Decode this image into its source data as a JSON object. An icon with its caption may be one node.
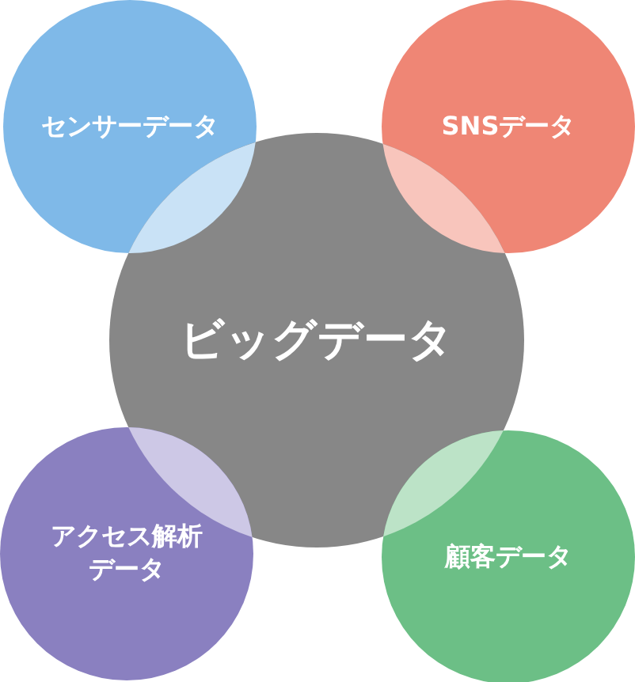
{
  "diagram": {
    "nodes": [
      {
        "text": [
          "センサーデータ"
        ]
      },
      {
        "text": [
          "SNSデータ"
        ]
      },
      {
        "text": [
          "ビッグデータ"
        ]
      },
      {
        "text": [
          "アクセス解析データ"
        ]
      },
      {
        "text": [
          "顧客データ"
        ]
      },
      {
        "text": [],
        "shape": "lens"
      },
      {
        "text": [],
        "shape": "lens"
      },
      {
        "text": [],
        "shape": "lens"
      },
      {
        "text": [],
        "shape": "lens"
      }
    ]
  }
}
